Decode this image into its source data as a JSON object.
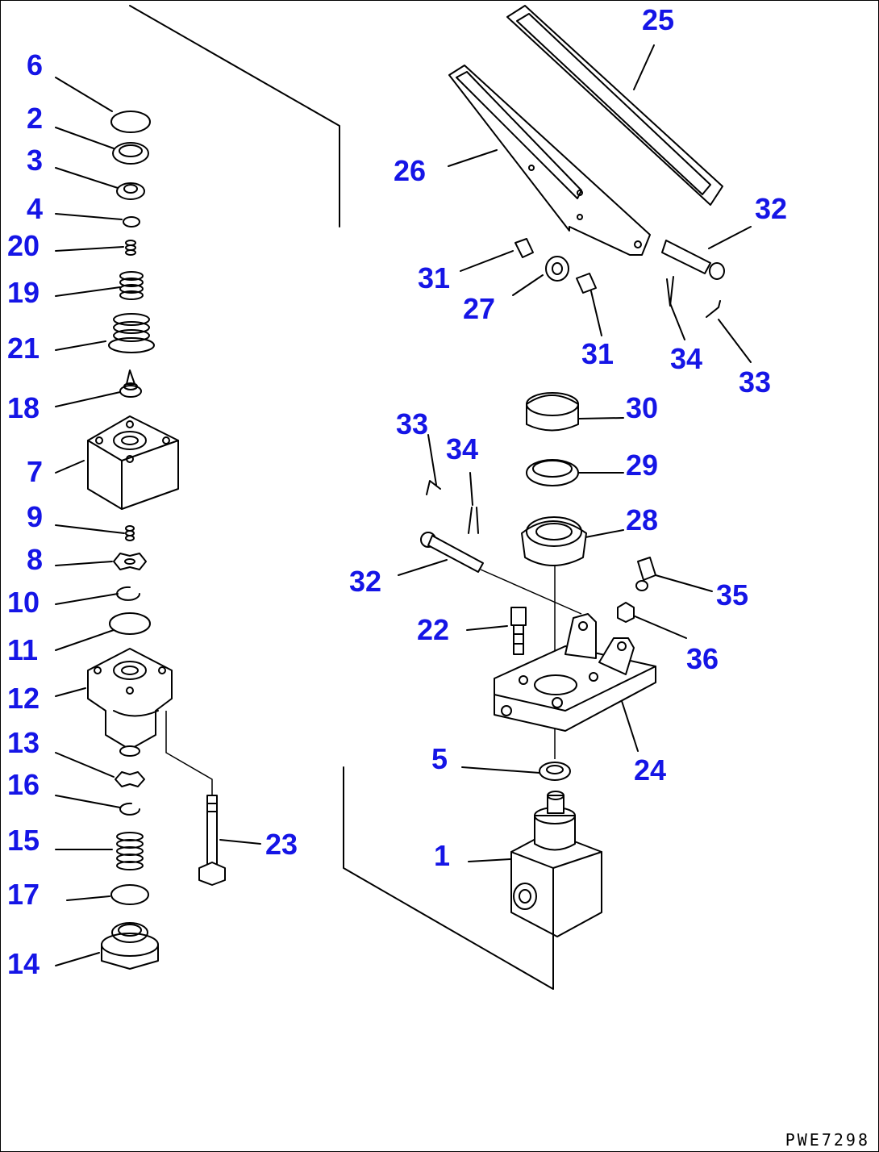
{
  "diagram": {
    "callout_color": "#1515e6",
    "line_color": "#000000",
    "drawing_code": "PWE7298",
    "callouts": [
      {
        "id": "c6",
        "label": "6"
      },
      {
        "id": "c2",
        "label": "2"
      },
      {
        "id": "c3",
        "label": "3"
      },
      {
        "id": "c4",
        "label": "4"
      },
      {
        "id": "c20",
        "label": "20"
      },
      {
        "id": "c19",
        "label": "19"
      },
      {
        "id": "c21",
        "label": "21"
      },
      {
        "id": "c18",
        "label": "18"
      },
      {
        "id": "c7",
        "label": "7"
      },
      {
        "id": "c9",
        "label": "9"
      },
      {
        "id": "c8",
        "label": "8"
      },
      {
        "id": "c10",
        "label": "10"
      },
      {
        "id": "c11",
        "label": "11"
      },
      {
        "id": "c12",
        "label": "12"
      },
      {
        "id": "c13",
        "label": "13"
      },
      {
        "id": "c16",
        "label": "16"
      },
      {
        "id": "c15",
        "label": "15"
      },
      {
        "id": "c17",
        "label": "17"
      },
      {
        "id": "c14",
        "label": "14"
      },
      {
        "id": "c23",
        "label": "23"
      },
      {
        "id": "c25",
        "label": "25"
      },
      {
        "id": "c26",
        "label": "26"
      },
      {
        "id": "c32a",
        "label": "32"
      },
      {
        "id": "c31a",
        "label": "31"
      },
      {
        "id": "c27",
        "label": "27"
      },
      {
        "id": "c31b",
        "label": "31"
      },
      {
        "id": "c34a",
        "label": "34"
      },
      {
        "id": "c33a",
        "label": "33"
      },
      {
        "id": "c30",
        "label": "30"
      },
      {
        "id": "c33b",
        "label": "33"
      },
      {
        "id": "c34b",
        "label": "34"
      },
      {
        "id": "c29",
        "label": "29"
      },
      {
        "id": "c28",
        "label": "28"
      },
      {
        "id": "c32b",
        "label": "32"
      },
      {
        "id": "c35",
        "label": "35"
      },
      {
        "id": "c22",
        "label": "22"
      },
      {
        "id": "c36",
        "label": "36"
      },
      {
        "id": "c24",
        "label": "24"
      },
      {
        "id": "c5",
        "label": "5"
      },
      {
        "id": "c1",
        "label": "1"
      }
    ]
  }
}
